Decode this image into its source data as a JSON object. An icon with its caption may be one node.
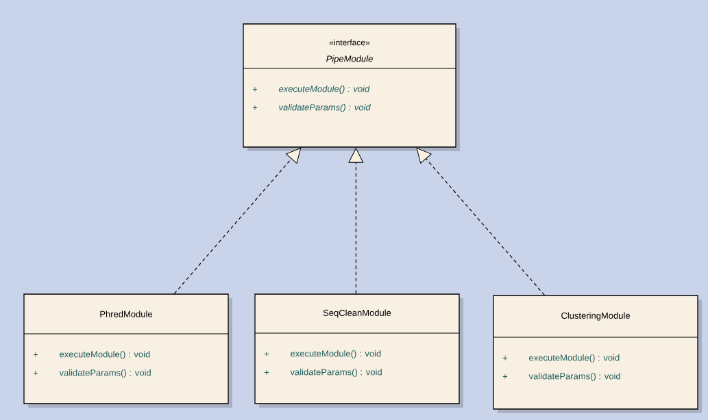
{
  "diagram": {
    "nodes": [
      {
        "text": [
          "«interface»",
          "PipeModule",
          "+",
          "executeModule() : void",
          "+",
          "validateParams() : void"
        ]
      },
      {
        "text": [
          "PhredModule",
          "+",
          "executeModule() : void",
          "+",
          "validateParams() : void"
        ]
      },
      {
        "text": [
          "SeqCleanModule",
          "+",
          "executeModule() : void",
          "+",
          "validateParams() : void"
        ]
      },
      {
        "text": [
          "ClusteringModule",
          "+",
          "executeModule() : void",
          "+",
          "validateParams() : void"
        ]
      }
    ],
    "edges": [
      {
        "from": 1,
        "to": 0,
        "arrow": "to",
        "style": "dashed"
      },
      {
        "from": 2,
        "to": 0,
        "arrow": "to",
        "style": "dashed"
      },
      {
        "from": 3,
        "to": 0,
        "arrow": "to",
        "style": "dashed"
      }
    ]
  }
}
